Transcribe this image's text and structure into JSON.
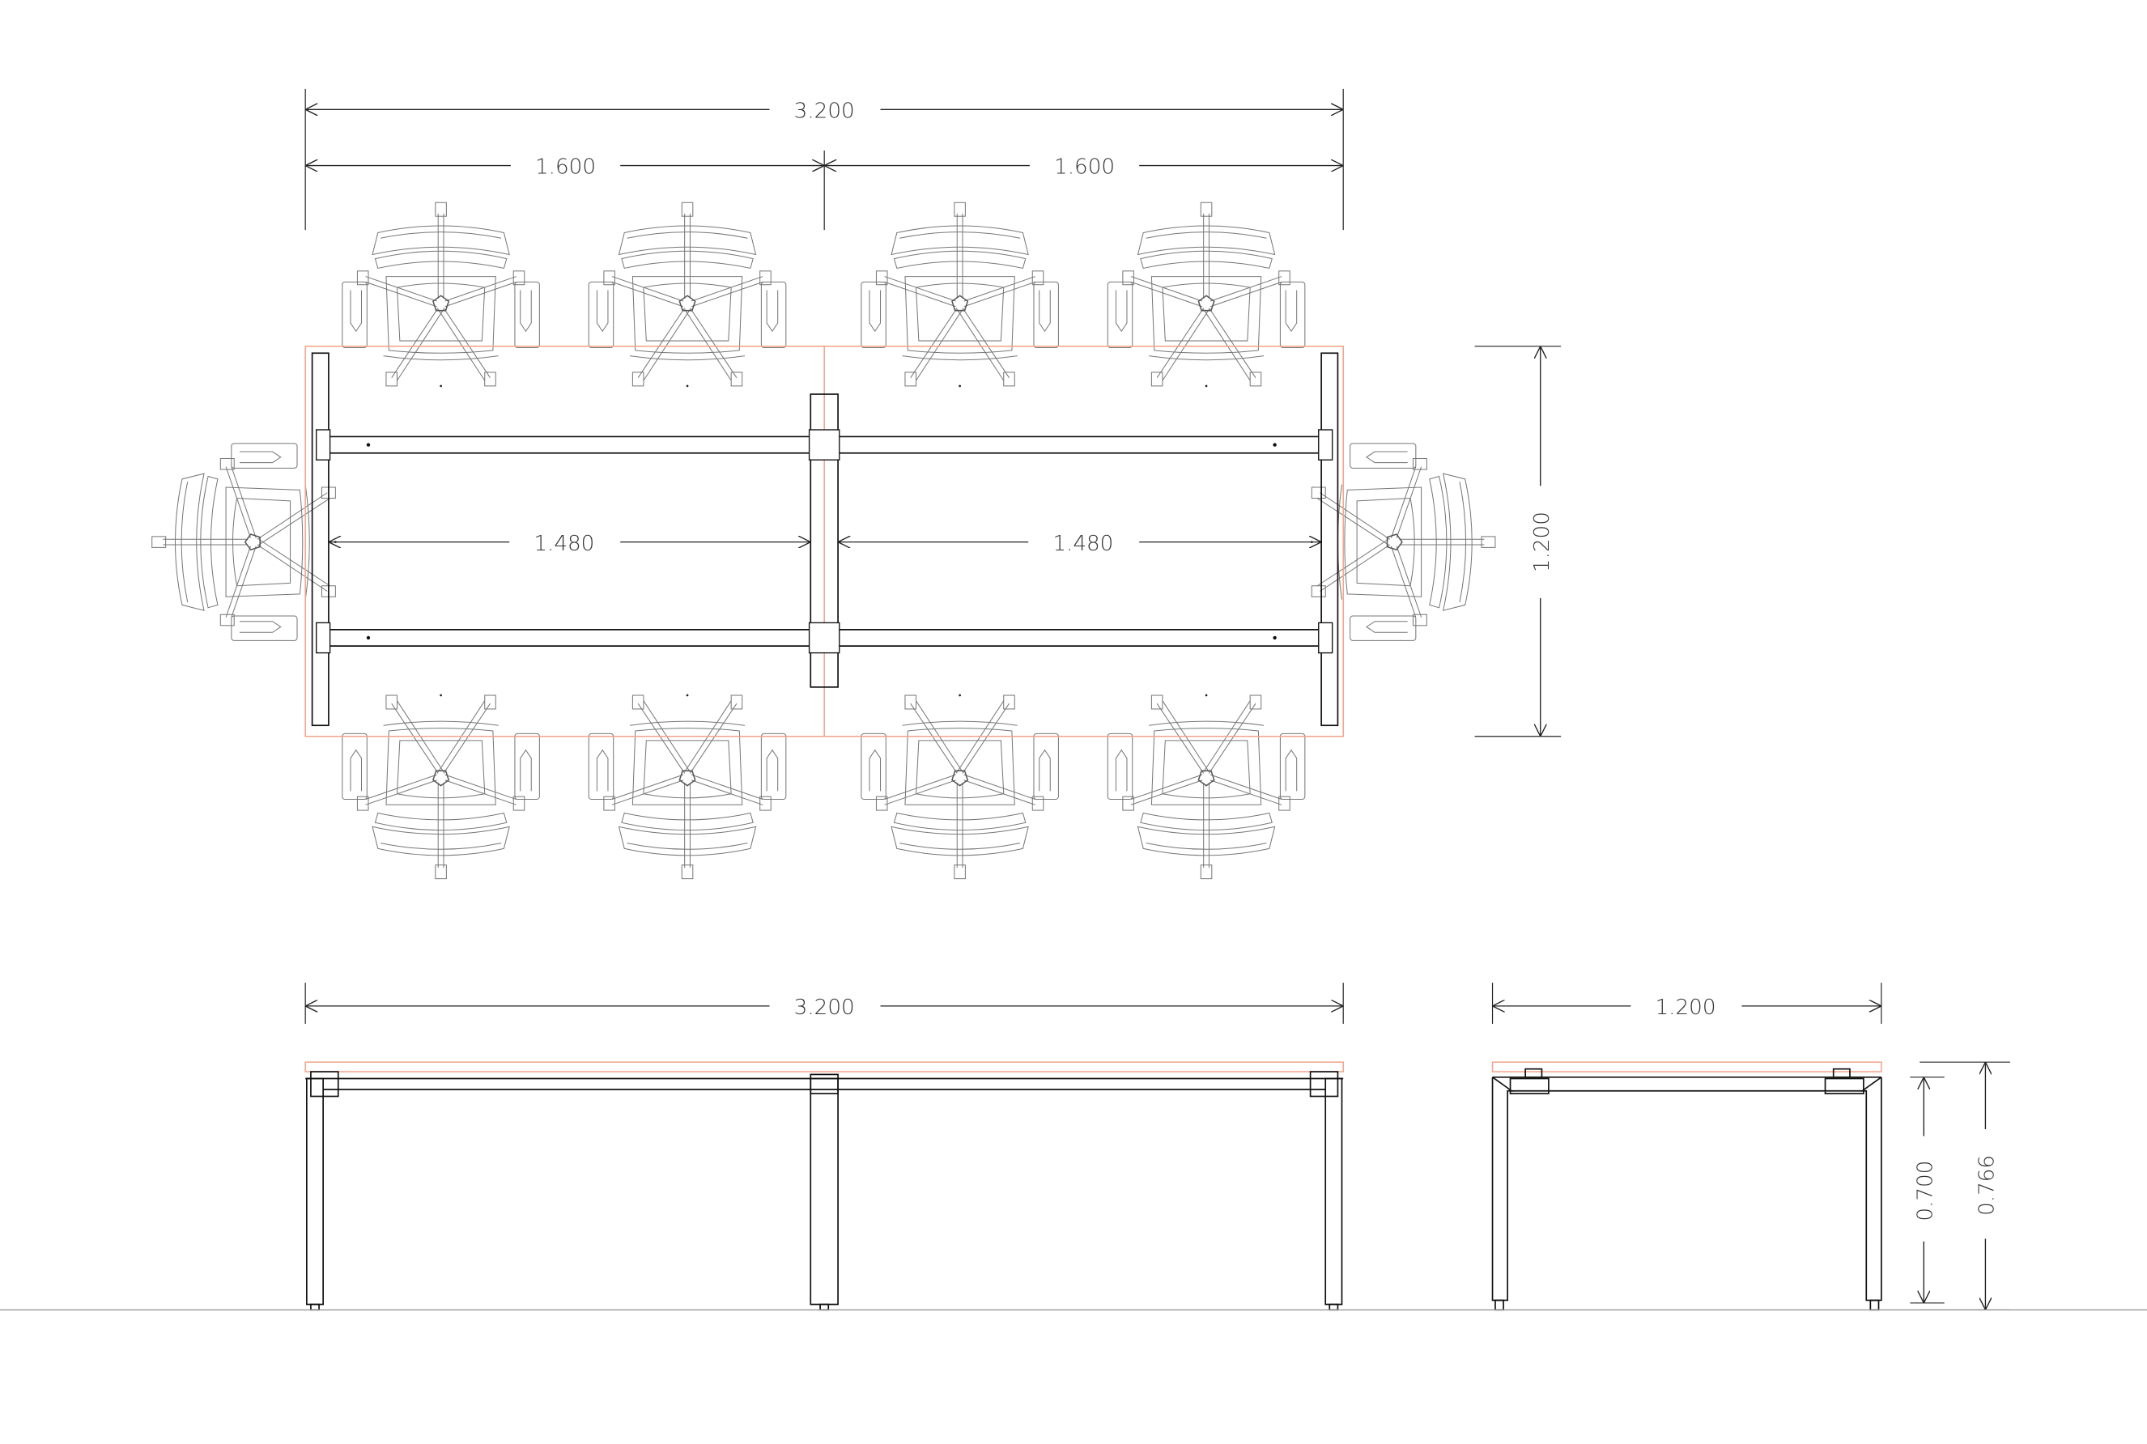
{
  "plan": {
    "dims": {
      "overall_length": "3.200",
      "left_module_length": "1.600",
      "right_module_length": "1.600",
      "left_inner_span": "1.480",
      "right_inner_span": "1.480",
      "depth": "1.200"
    },
    "chair_count": 10
  },
  "front_elevation": {
    "length": "3.200"
  },
  "side_elevation": {
    "depth": "1.200",
    "frame_height": "0.700",
    "total_height": "0.766"
  },
  "colors": {
    "line": "#111111",
    "chair_line": "#777777",
    "tabletop_outline": "#f2a48a"
  }
}
